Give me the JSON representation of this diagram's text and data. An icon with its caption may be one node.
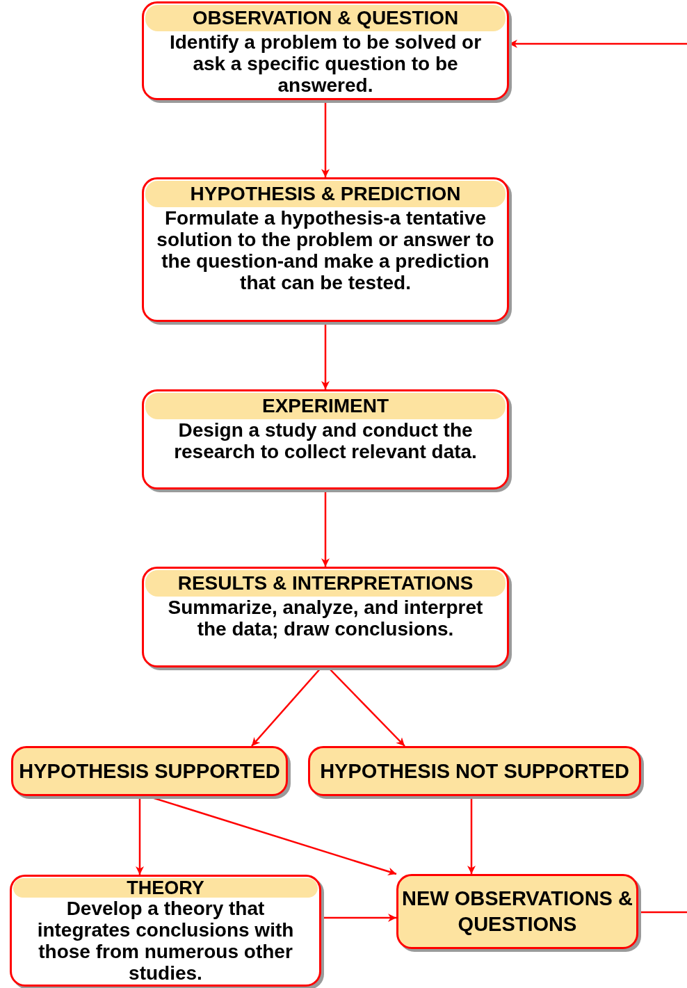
{
  "diagram": {
    "nodes": [
      {
        "text": [
          "OBSERVATION & QUESTION",
          "Identify a problem to be solved or ask a specific question to be answered."
        ]
      },
      {
        "text": [
          "HYPOTHESIS & PREDICTION",
          "Formulate a hypothesis-a tentative solution to the problem or answer to the question-and make a prediction that can be tested."
        ]
      },
      {
        "text": [
          "EXPERIMENT",
          "Design a study and conduct the research to collect relevant data."
        ]
      },
      {
        "text": [
          "RESULTS & INTERPRETATIONS",
          "Summarize, analyze, and interpret the data; draw conclusions."
        ]
      },
      {
        "text": [
          "HYPOTHESIS SUPPORTED"
        ]
      },
      {
        "text": [
          "HYPOTHESIS NOT SUPPORTED"
        ]
      },
      {
        "text": [
          "THEORY",
          "Develop a theory that integrates conclusions with those from numerous other studies."
        ]
      },
      {
        "text": [
          "NEW OBSERVATIONS & QUESTIONS"
        ]
      }
    ],
    "edges": [
      {
        "from": 0,
        "to": 1,
        "arrow": "to"
      },
      {
        "from": 1,
        "to": 2,
        "arrow": "to"
      },
      {
        "from": 2,
        "to": 3,
        "arrow": "to"
      },
      {
        "from": 3,
        "to": 4,
        "arrow": "to"
      },
      {
        "from": 3,
        "to": 5,
        "arrow": "to"
      },
      {
        "from": 4,
        "to": 6,
        "arrow": "to"
      },
      {
        "from": 4,
        "to": 7,
        "arrow": "to"
      },
      {
        "from": 5,
        "to": 7,
        "arrow": "to"
      },
      {
        "from": 6,
        "to": 7,
        "arrow": "to"
      },
      {
        "from": 7,
        "to": null,
        "arrow": "none"
      },
      {
        "from": null,
        "to": 0,
        "arrow": "to"
      }
    ]
  }
}
